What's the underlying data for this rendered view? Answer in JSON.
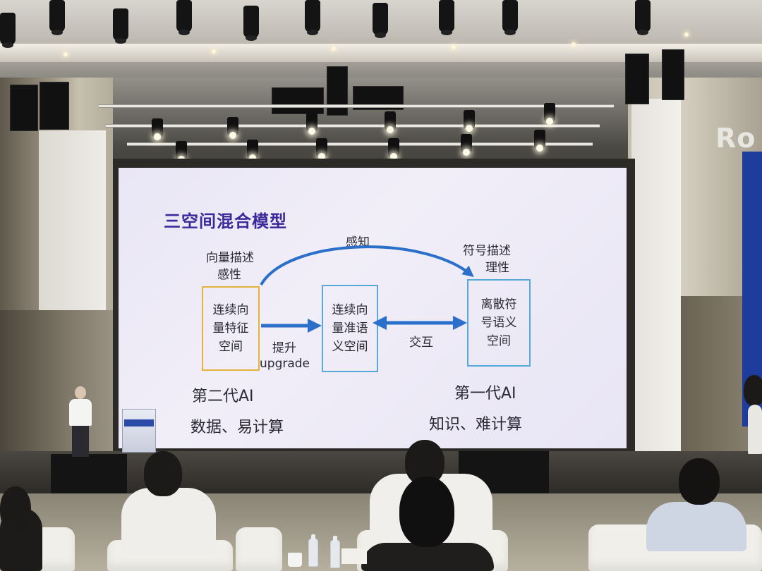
{
  "slide": {
    "title": "三空间混合模型",
    "perception_label": "感知",
    "vector_desc": "向量描述",
    "sensibility": "感性",
    "symbol_desc": "符号描述",
    "rationality": "理性",
    "box_vector": "连续向\n量特征\n空间",
    "box_continuous": "连续向\n量准语\n义空间",
    "box_symbolic": "离散符\n号语义\n空间",
    "upgrade_cn": "提升",
    "upgrade_en": "upgrade",
    "interaction": "交互",
    "gen2": "第二代AI",
    "gen2_desc": "数据、易计算",
    "gen1": "第一代AI",
    "gen1_desc": "知识、难计算"
  },
  "venue": {
    "logo_fragment": "Ro"
  },
  "colors": {
    "title": "#3b2a9b",
    "arrow": "#2a6fc9",
    "box_vector": "#e3b43b",
    "box_semantic": "#56a9d8",
    "slide_bg": "#ece9f7"
  }
}
